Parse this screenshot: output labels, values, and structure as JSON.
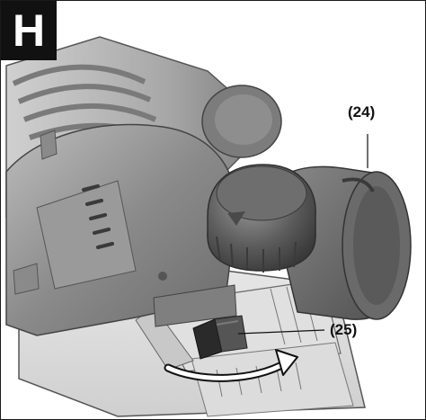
{
  "figure": {
    "badge_letter": "H",
    "callouts": [
      {
        "id": "dust-extraction-adapter",
        "label": "(24)"
      },
      {
        "id": "lever",
        "label": "(25)"
      }
    ]
  }
}
